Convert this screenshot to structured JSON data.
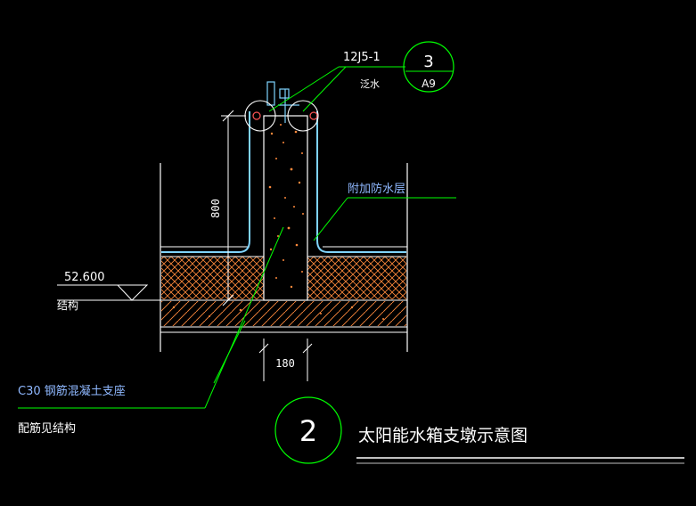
{
  "drawing": {
    "title": "太阳能水箱支墩示意图",
    "detail_number": "2",
    "reference": {
      "standard": "12J5-1",
      "note": "泛水",
      "detail": "3",
      "sheet": "A9"
    },
    "labels": {
      "waterproof_extra": "附加防水层",
      "elevation_value": "52.600",
      "elevation_note": "结构",
      "support_material": "C30 钢筋混凝土支座",
      "rebar_note": "配筋见结构",
      "height_dim": "800",
      "width_dim": "180"
    },
    "colors": {
      "background": "#000000",
      "line_white": "#ffffff",
      "leader_green": "#00ff00",
      "text_blue": "#8fb8ff",
      "insulation_orange": "#ff8a3c",
      "concrete_orange": "#ff8a3c",
      "membrane_cyan": "#7fd4ff"
    }
  }
}
